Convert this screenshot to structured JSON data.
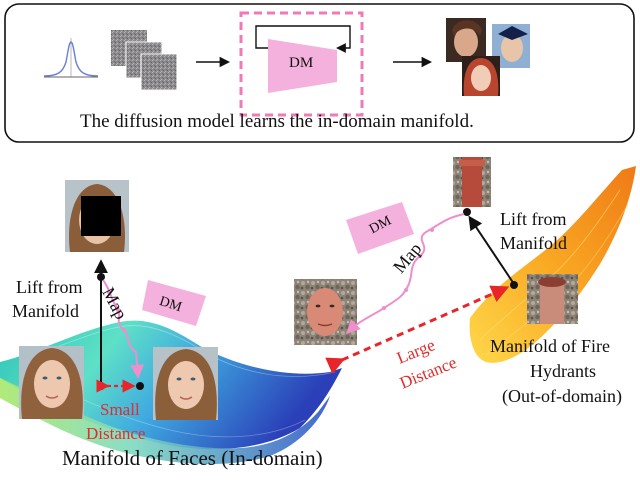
{
  "top_panel": {
    "dm_label": "DM",
    "caption": "The diffusion model learns the in-domain manifold."
  },
  "left_scene": {
    "lift_label_line1": "Lift from",
    "lift_label_line2": "Manifold",
    "map_label": "Map",
    "dm_label": "DM",
    "small_distance_line1": "Small",
    "small_distance_line2": "Distance",
    "manifold_caption": "Manifold of Faces (In-domain)"
  },
  "right_scene": {
    "dm_label": "DM",
    "map_label": "Map",
    "lift_label_line1": "Lift from",
    "lift_label_line2": "Manifold",
    "large_distance_line1": "Large",
    "large_distance_line2": "Distance",
    "manifold_caption_line1": "Manifold of Fire",
    "manifold_caption_line2": "Hydrants",
    "manifold_caption_line3": "(Out-of-domain)"
  },
  "colors": {
    "pink": "#f2a9d9",
    "pink_arrow": "#ee8fcb",
    "red_dashed": "#e8262a",
    "dashed_box": "#f07ab7",
    "caption_red": "#e32b2b"
  }
}
